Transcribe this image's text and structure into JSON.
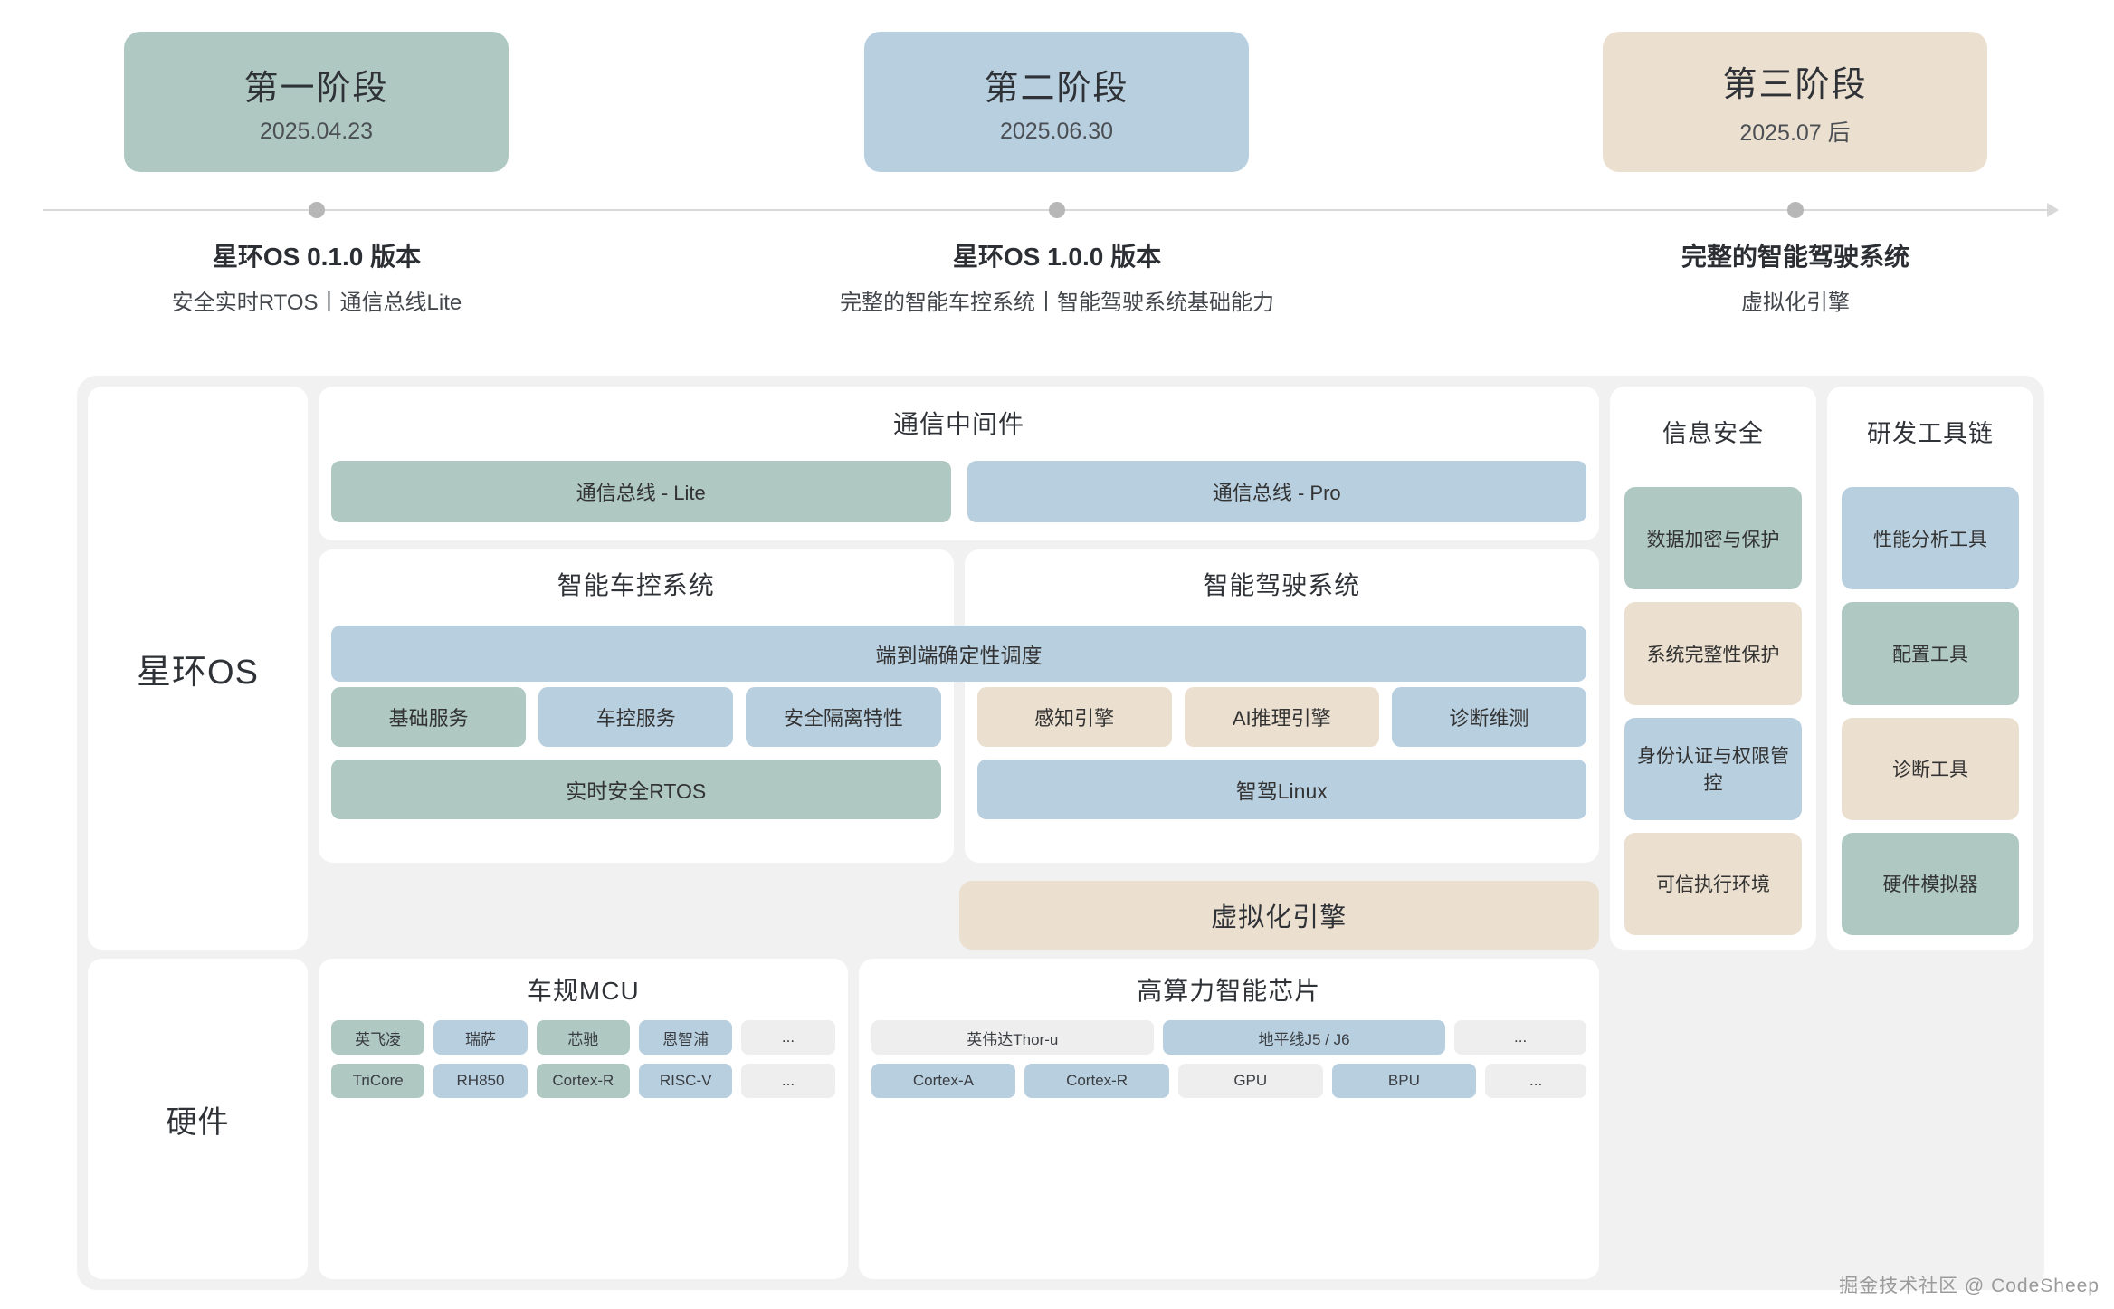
{
  "timeline": {
    "phases": [
      {
        "title": "第一阶段",
        "date": "2025.04.23",
        "color": "#afc8c2",
        "label_title": "星环OS 0.1.0 版本",
        "label_sub": "安全实时RTOS丨通信总线Lite"
      },
      {
        "title": "第二阶段",
        "date": "2025.06.30",
        "color": "#b8cfdf",
        "label_title": "星环OS 1.0.0 版本",
        "label_sub": "完整的智能车控系统丨智能驾驶系统基础能力"
      },
      {
        "title": "第三阶段",
        "date": "2025.07 后",
        "color": "#ebdfcf",
        "label_title": "完整的智能驾驶系统",
        "label_sub": "虚拟化引擎"
      }
    ]
  },
  "architecture": {
    "rail_os": "星环OS",
    "rail_hw": "硬件",
    "middleware": {
      "title": "通信中间件",
      "buses": [
        {
          "label": "通信总线 - Lite",
          "color": "#afc8c2"
        },
        {
          "label": "通信总线 - Pro",
          "color": "#b8cfdf"
        }
      ]
    },
    "scheduler": {
      "label": "端到端确定性调度",
      "color": "#b8cfdf"
    },
    "vehicle_control": {
      "title": "智能车控系统",
      "chips": [
        {
          "label": "基础服务",
          "color": "#afc8c2"
        },
        {
          "label": "车控服务",
          "color": "#b8cfdf"
        },
        {
          "label": "安全隔离特性",
          "color": "#b8cfdf"
        }
      ],
      "base": {
        "label": "实时安全RTOS",
        "color": "#afc8c2"
      }
    },
    "driving": {
      "title": "智能驾驶系统",
      "chips": [
        {
          "label": "感知引擎",
          "color": "#ebdfcf"
        },
        {
          "label": "AI推理引擎",
          "color": "#ebdfcf"
        },
        {
          "label": "诊断维测",
          "color": "#b8cfdf"
        }
      ],
      "base": {
        "label": "智驾Linux",
        "color": "#b8cfdf"
      }
    },
    "virtualization": {
      "label": "虚拟化引擎",
      "color": "#ebdfcf"
    },
    "security": {
      "title": "信息安全",
      "items": [
        {
          "label": "数据加密与保护",
          "color": "#afc8c2"
        },
        {
          "label": "系统完整性保护",
          "color": "#ebdfcf"
        },
        {
          "label": "身份认证与权限管控",
          "color": "#b8cfdf"
        },
        {
          "label": "可信执行环境",
          "color": "#ebdfcf"
        }
      ]
    },
    "toolchain": {
      "title": "研发工具链",
      "items": [
        {
          "label": "性能分析工具",
          "color": "#b8cfdf"
        },
        {
          "label": "配置工具",
          "color": "#afc8c2"
        },
        {
          "label": "诊断工具",
          "color": "#ebdfcf"
        },
        {
          "label": "硬件模拟器",
          "color": "#afc8c2"
        }
      ]
    },
    "mcu": {
      "title": "车规MCU",
      "row1": [
        {
          "label": "英飞凌",
          "color": "#afc8c2",
          "flex": 1
        },
        {
          "label": "瑞萨",
          "color": "#b8cfdf",
          "flex": 1
        },
        {
          "label": "芯驰",
          "color": "#afc8c2",
          "flex": 1
        },
        {
          "label": "恩智浦",
          "color": "#b8cfdf",
          "flex": 1
        },
        {
          "label": "...",
          "color": "#eeeeee",
          "flex": 1
        }
      ],
      "row2": [
        {
          "label": "TriCore",
          "color": "#afc8c2",
          "flex": 1
        },
        {
          "label": "RH850",
          "color": "#b8cfdf",
          "flex": 1
        },
        {
          "label": "Cortex-R",
          "color": "#afc8c2",
          "flex": 1
        },
        {
          "label": "RISC-V",
          "color": "#b8cfdf",
          "flex": 1
        },
        {
          "label": "...",
          "color": "#eeeeee",
          "flex": 1
        }
      ]
    },
    "soc": {
      "title": "高算力智能芯片",
      "row1": [
        {
          "label": "英伟达Thor-u",
          "color": "#eeeeee",
          "flex": 3
        },
        {
          "label": "地平线J5 / J6",
          "color": "#b8cfdf",
          "flex": 3
        },
        {
          "label": "...",
          "color": "#eeeeee",
          "flex": 1.4
        }
      ],
      "row2": [
        {
          "label": "Cortex-A",
          "color": "#b8cfdf",
          "flex": 2
        },
        {
          "label": "Cortex-R",
          "color": "#b8cfdf",
          "flex": 2
        },
        {
          "label": "GPU",
          "color": "#eeeeee",
          "flex": 2
        },
        {
          "label": "BPU",
          "color": "#b8cfdf",
          "flex": 2
        },
        {
          "label": "...",
          "color": "#eeeeee",
          "flex": 1.4
        }
      ]
    }
  },
  "watermark": "掘金技术社区 @ CodeSheep"
}
